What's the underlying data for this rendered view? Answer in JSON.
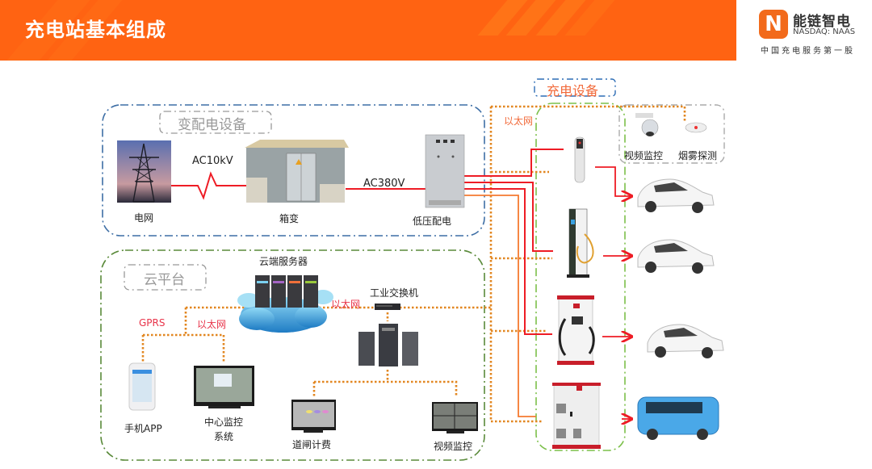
{
  "header": {
    "title": "充电站基本组成",
    "brand_color": "#ff6312",
    "logo": {
      "mark": "N",
      "name": "能链智电",
      "ticker": "NASDAQ: NAAS",
      "slogan": "中国充电服务第一股"
    }
  },
  "groups": {
    "power": {
      "title": "变配电设备",
      "items": {
        "grid": "电网",
        "box_transformer": "箱变",
        "low_voltage": "低压配电"
      },
      "links": {
        "hv": "AC10kV",
        "lv": "AC380V"
      }
    },
    "cloud": {
      "title": "云平台",
      "items": {
        "cloud_server": "云端服务器",
        "switch": "工业交换机",
        "mobile_app": "手机APP",
        "center_monitor_l1": "中心监控",
        "center_monitor_l2": "系统",
        "gate_billing": "道闸计费",
        "video": "视频监控"
      },
      "links": {
        "gprs": "GPRS",
        "ethernet_left": "以太网",
        "ethernet_center": "以太网"
      }
    },
    "charging": {
      "title": "充电设备",
      "ethernet": "以太网",
      "aux": {
        "video": "视频监控",
        "smoke": "烟雾探测"
      },
      "chargers": [
        "portable-charger",
        "ac-charging-pile",
        "dc-charging-pile",
        "charging-cabinet"
      ],
      "vehicles": [
        "car",
        "car",
        "car",
        "bus"
      ]
    }
  },
  "colors": {
    "power_line": "#ee1c25",
    "ethernet_line": "#e2861f",
    "power_group_border": "#3d6ea5",
    "cloud_group_border": "#5a8a3a",
    "charging_group_border": "#7cc04a"
  }
}
